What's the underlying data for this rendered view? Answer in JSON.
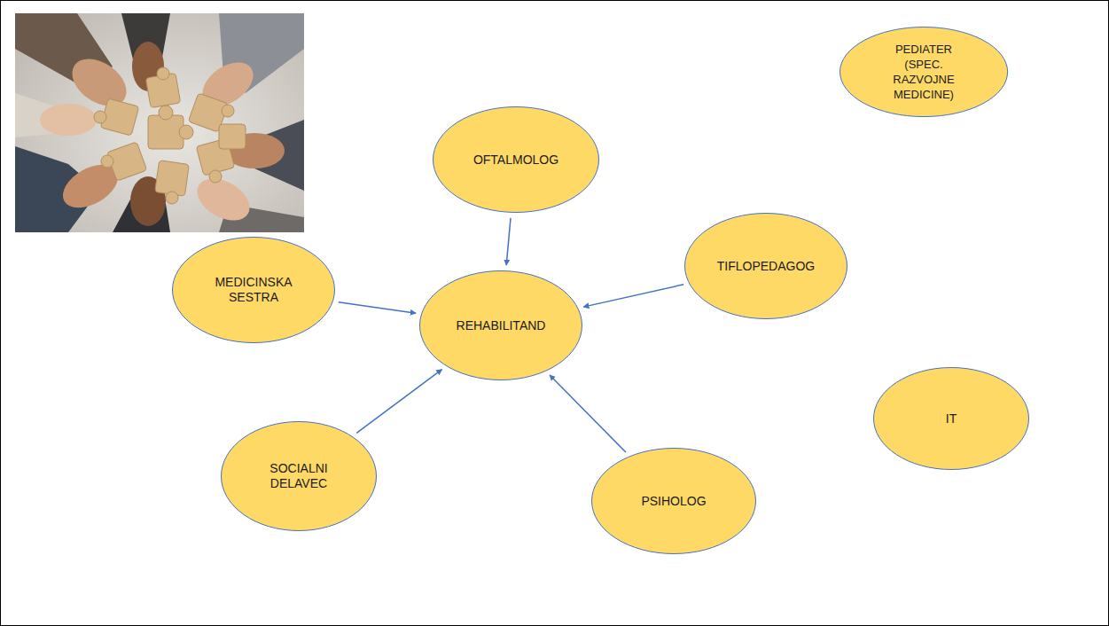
{
  "diagram": {
    "nodes": [
      {
        "text": [
          "PEDIATER (SPEC. RAZVOJNE MEDICINE)"
        ]
      },
      {
        "text": [
          "OFTALMOLOG"
        ]
      },
      {
        "text": [
          "TIFLOPEDAGOG"
        ]
      },
      {
        "text": [
          "MEDICINSKA SESTRA"
        ]
      },
      {
        "text": [
          "REHABILITAND"
        ]
      },
      {
        "text": [
          "IT"
        ]
      },
      {
        "text": [
          "SOCIALNI DELAVEC"
        ]
      },
      {
        "text": [
          "PSIHOLOG"
        ]
      }
    ],
    "edges": [
      {
        "from": 1,
        "to": 4,
        "arrow": "to"
      },
      {
        "from": 2,
        "to": 4,
        "arrow": "to"
      },
      {
        "from": 3,
        "to": 4,
        "arrow": "to"
      },
      {
        "from": 6,
        "to": 4,
        "arrow": "to"
      },
      {
        "from": 7,
        "to": 4,
        "arrow": "to"
      }
    ]
  }
}
